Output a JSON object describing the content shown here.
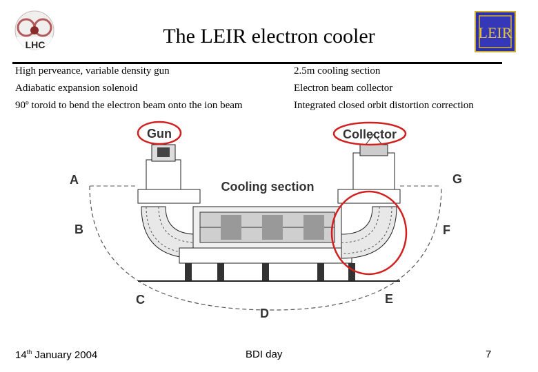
{
  "slide": {
    "title": "The LEIR electron cooler",
    "bullets_left": [
      "High perveance, variable density gun",
      "Adiabatic expansion solenoid",
      "90º toroid to bend the electron beam onto the ion beam"
    ],
    "bullets_right": [
      "2.5m cooling section",
      "Electron beam collector",
      "Integrated closed orbit distortion correction"
    ]
  },
  "logos": {
    "left_text": "LHC",
    "right_text": "LEIR"
  },
  "diagram": {
    "labels": {
      "gun": "Gun",
      "collector": "Collector",
      "cooling_section": "Cooling section",
      "a": "A",
      "b": "B",
      "c": "C",
      "d": "D",
      "e": "E",
      "f": "F",
      "g": "G"
    },
    "highlight_color": "#d21f1f"
  },
  "footer": {
    "date_day": "14",
    "date_suffix": "th",
    "date_rest": " January 2004",
    "event": "BDI day",
    "page": "7"
  }
}
